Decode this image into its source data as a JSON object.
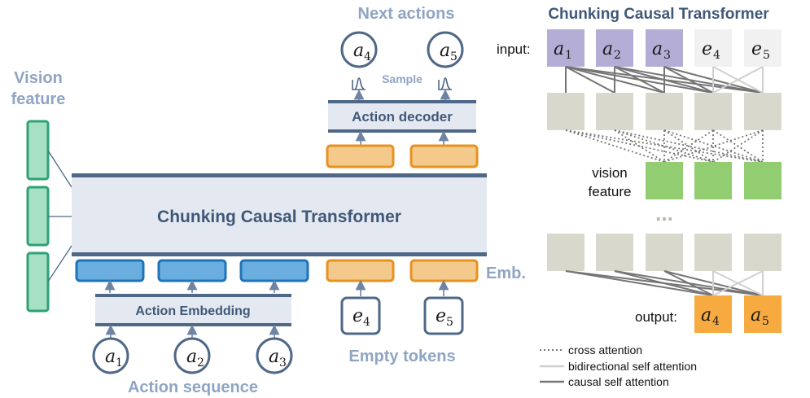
{
  "left": {
    "next_actions": "Next actions",
    "sample": "Sample",
    "action_decoder": "Action decoder",
    "vision_feature_line1": "Vision",
    "vision_feature_line2": "feature",
    "transformer": "Chunking Causal Transformer",
    "emb": "Emb.",
    "action_embedding": "Action Embedding",
    "empty_tokens": "Empty tokens",
    "action_sequence": "Action sequence",
    "output_tokens": [
      {
        "sym": "a",
        "sub": "4"
      },
      {
        "sym": "a",
        "sub": "5"
      }
    ],
    "input_actions": [
      {
        "sym": "a",
        "sub": "1"
      },
      {
        "sym": "a",
        "sub": "2"
      },
      {
        "sym": "a",
        "sub": "3"
      }
    ],
    "empty": [
      {
        "sym": "e",
        "sub": "4"
      },
      {
        "sym": "e",
        "sub": "5"
      }
    ]
  },
  "right": {
    "title": "Chunking Causal Transformer",
    "input_label": "input:",
    "inputs": [
      {
        "sym": "a",
        "sub": "1"
      },
      {
        "sym": "a",
        "sub": "2"
      },
      {
        "sym": "a",
        "sub": "3"
      },
      {
        "sym": "e",
        "sub": "4"
      },
      {
        "sym": "e",
        "sub": "5"
      }
    ],
    "vision_line1": "vision",
    "vision_line2": "feature",
    "ellipsis": "...",
    "output_label": "output:",
    "outputs": [
      {
        "sym": "a",
        "sub": "4"
      },
      {
        "sym": "a",
        "sub": "5"
      }
    ],
    "legend": {
      "cross": "cross attention",
      "bidirectional": "bidirectional self attention",
      "causal": "causal self attention"
    }
  },
  "colors": {
    "action_input": "#b4aed6",
    "empty_input": "#f0f1f0",
    "hidden": "#d9d8cd",
    "vision": "#93cd72",
    "output": "#f6aa3f",
    "transformer_fill": "#e4e9f1",
    "transformer_bar": "#4f6888",
    "emb_blue": "#6aaee0",
    "emb_orange": "#f4c98c",
    "vision_green": "#7ecfac"
  }
}
